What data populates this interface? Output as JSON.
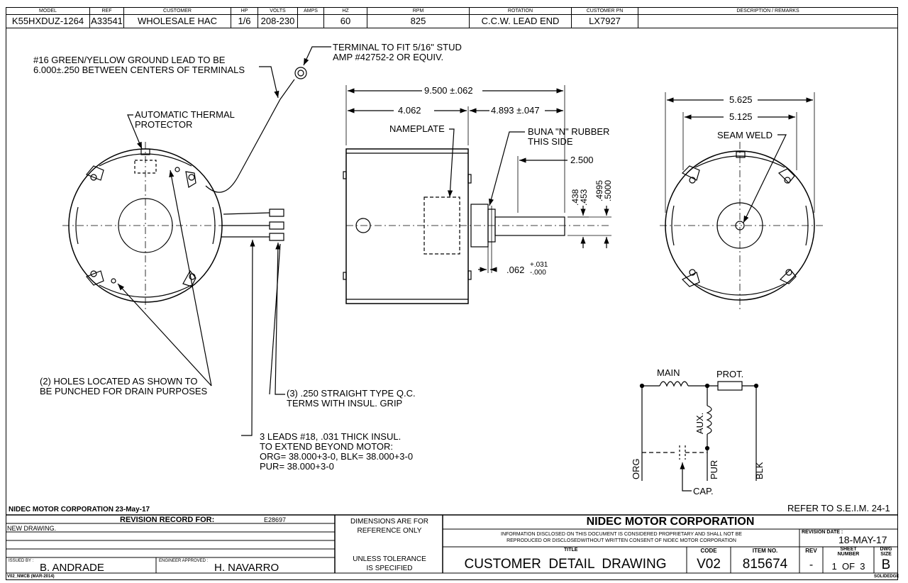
{
  "header": {
    "labels": [
      "MODEL",
      "REF",
      "CUSTOMER",
      "HP",
      "VOLTS",
      "AMPS",
      "HZ",
      "RPM",
      "ROTATION",
      "CUSTOMER PN",
      "DESCRIPTION / REMARKS"
    ],
    "values": [
      "K55HXDUZ-1264",
      "A33541",
      "WHOLESALE HAC",
      "1/6",
      "208-230",
      "",
      "60",
      "825",
      "C.C.W. LEAD END",
      "LX7927",
      ""
    ]
  },
  "notes": {
    "ground_lead": "#16 GREEN/YELLOW GROUND LEAD TO BE\n6.000±.250 BETWEEN CENTERS OF TERMINALS",
    "terminal": "TERMINAL TO FIT 5/16\" STUD\nAMP #42752-2 OR EQUIV.",
    "thermal": "AUTOMATIC THERMAL\nPROTECTOR",
    "nameplate": "NAMEPLATE",
    "buna": "BUNA \"N\" RUBBER\nTHIS SIDE",
    "seam_weld": "SEAM WELD",
    "holes": "(2) HOLES LOCATED AS SHOWN TO\nBE PUNCHED FOR DRAIN PURPOSES",
    "terms": "(3) .250 STRAIGHT TYPE Q.C.\nTERMS WITH INSUL. GRIP",
    "leads": "3 LEADS #18, .031 THICK INSUL.\nTO EXTEND BEYOND MOTOR:\nORG= 38.000+3-0, BLK= 38.000+3-0\nPUR= 38.000+3-0"
  },
  "dims": {
    "overall_length": "9.500 ±.062",
    "body_length": "4.062",
    "shaft_length": "4.893 ±.047",
    "shaft_flat": "2.500",
    "flat_dia_a": ".438",
    "flat_dia_b": ".453",
    "shaft_dia_a": ".4995",
    "shaft_dia_b": ".5000",
    "gap": ".062",
    "gap_tol_plus": "+.031",
    "gap_tol_minus": "-.000",
    "dia_outer": "5.625",
    "dia_bolt": "5.125"
  },
  "schematic": {
    "main": "MAIN",
    "prot": "PROT.",
    "aux": "AUX.",
    "cap": "CAP.",
    "org": "ORG",
    "pur": "PUR",
    "blk": "BLK"
  },
  "footer": {
    "company_date": "NIDEC MOTOR CORPORATION 23-May-17",
    "refer": "REFER TO S.E.I.M. 24-1",
    "revision_record": "REVISION RECORD FOR:",
    "ecn": "E28697",
    "new_drawing": "NEW DRAWING.",
    "dimensions_ref": "DIMENSIONS ARE FOR\nREFERENCE ONLY",
    "tolerance": "UNLESS TOLERANCE\nIS SPECIFIED",
    "issued_by_label": "ISSUED BY :",
    "issued_by": "B. ANDRADE",
    "engineer_label": "ENGINEER APPROVED :",
    "engineer": "H. NAVARRO",
    "company": "NIDEC MOTOR CORPORATION",
    "disclaimer": "INFORMATION DISCLOSED ON THIS DOCUMENT IS CONSIDERED PROPRIETARY AND SHALL NOT BE\nREPRODUCED OR DISCLOSEDWITHOUT WRITTEN CONSENT OF NIDEC MOTOR CORPORATION",
    "revision_date_label": "REVISION DATE :",
    "revision_date": "18-MAY-17",
    "title_label": "TITLE",
    "title": "CUSTOMER  DETAIL  DRAWING",
    "code_label": "CODE",
    "code": "V02",
    "item_label": "ITEM NO.",
    "item": "815674",
    "rev_label": "REV",
    "rev": "-",
    "sheet_label": "SHEET\nNUMBER",
    "sheet": "1  OF  3",
    "dwg_label": "DWG\nSIZE",
    "dwg": "B",
    "form_code": "V02_NMCB (MAR-2014)",
    "solidedge": "SOLIDEDGE"
  }
}
